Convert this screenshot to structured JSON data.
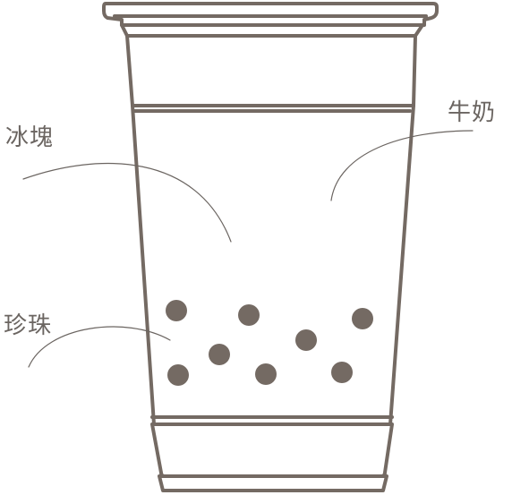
{
  "diagram": {
    "labels": {
      "ice": "冰塊",
      "milk": "牛奶",
      "pearls": "珍珠"
    },
    "colors": {
      "stroke": "#746a63",
      "pearl": "#746a63",
      "text": "#6b6561"
    }
  }
}
